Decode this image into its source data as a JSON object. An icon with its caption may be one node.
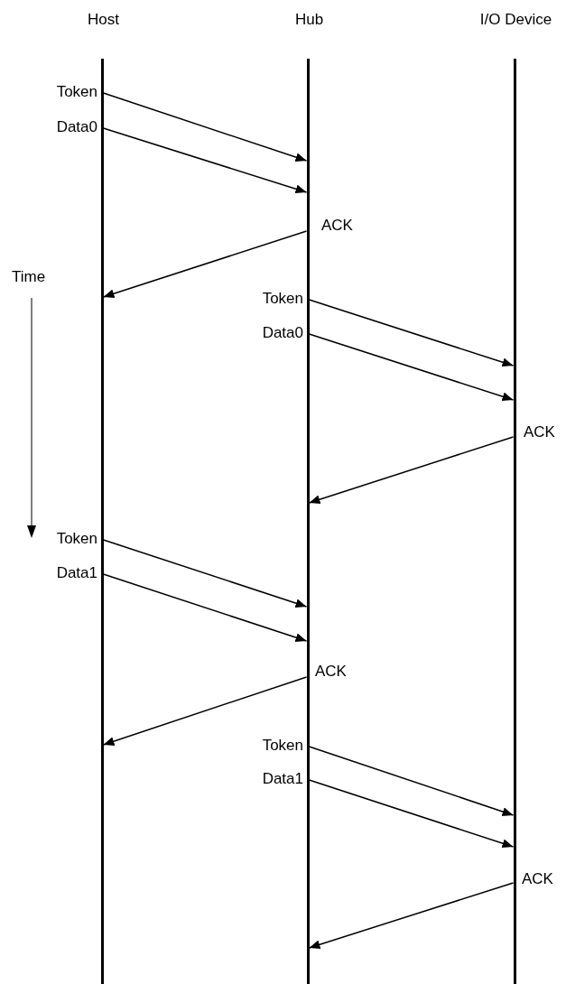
{
  "diagram": {
    "nodes": [
      {
        "text": [
          "Host"
        ]
      },
      {
        "text": [
          "Hub"
        ]
      },
      {
        "text": [
          "I/O Device"
        ]
      }
    ],
    "edges": [
      {
        "from": 0,
        "to": 1,
        "arrow": "to",
        "label": "Token"
      },
      {
        "from": 0,
        "to": 1,
        "arrow": "to",
        "label": "Data0"
      },
      {
        "from": 1,
        "to": 0,
        "arrow": "to",
        "label": "ACK"
      },
      {
        "from": 1,
        "to": 2,
        "arrow": "to",
        "label": "Token"
      },
      {
        "from": 1,
        "to": 2,
        "arrow": "to",
        "label": "Data0"
      },
      {
        "from": 2,
        "to": 1,
        "arrow": "to",
        "label": "ACK"
      },
      {
        "from": 0,
        "to": 1,
        "arrow": "to",
        "label": "Token"
      },
      {
        "from": 0,
        "to": 1,
        "arrow": "to",
        "label": "Data1"
      },
      {
        "from": 1,
        "to": 0,
        "arrow": "to",
        "label": "ACK"
      },
      {
        "from": 1,
        "to": 2,
        "arrow": "to",
        "label": "Token"
      },
      {
        "from": 1,
        "to": 2,
        "arrow": "to",
        "label": "Data1"
      },
      {
        "from": 2,
        "to": 1,
        "arrow": "to",
        "label": "ACK"
      }
    ],
    "labels": [
      "Time"
    ]
  }
}
